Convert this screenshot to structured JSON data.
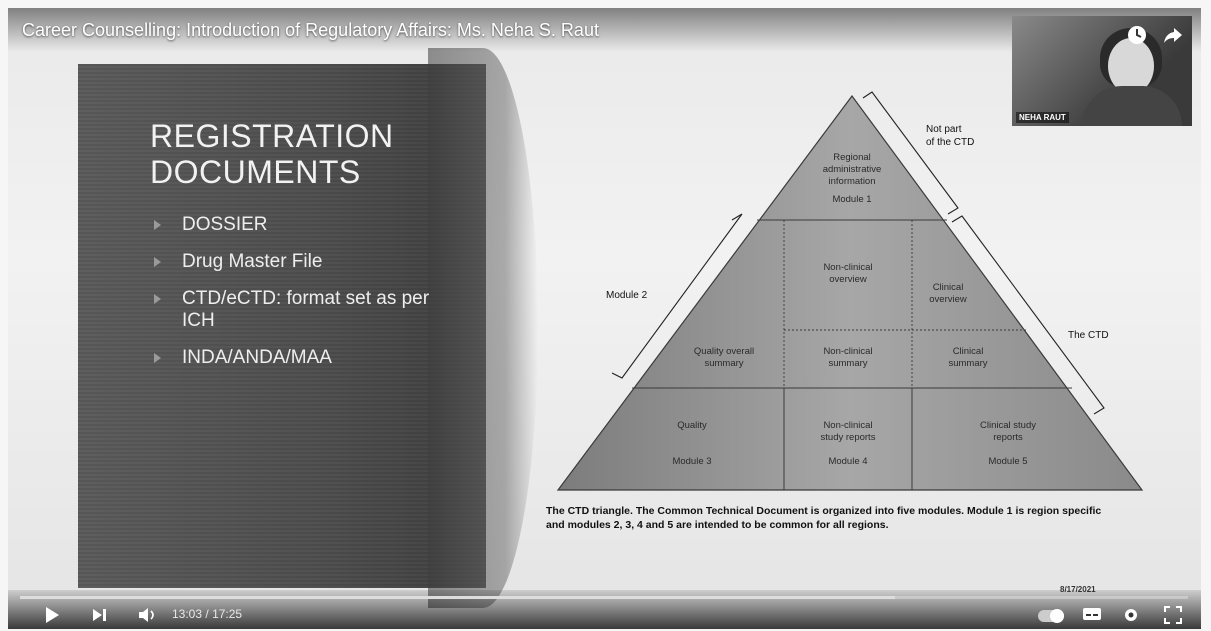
{
  "video": {
    "title": "Career Counselling: Introduction of Regulatory Affairs: Ms. Neha S. Raut",
    "current_time": "13:03",
    "separator": "/",
    "duration": "17:25",
    "progress": 0.749
  },
  "webcam": {
    "name": "NEHA RAUT"
  },
  "slide": {
    "title": "REGISTRATION DOCUMENTS",
    "bullets": [
      "DOSSIER",
      "Drug Master File",
      "CTD/eCTD: format set as per ICH",
      "INDA/ANDA/MAA"
    ],
    "diagram": {
      "top": [
        "Regional",
        "administrative",
        "information",
        "Module 1"
      ],
      "nc_overview": [
        "Non-clinical",
        "overview"
      ],
      "clin_overview": [
        "Clinical",
        "overview"
      ],
      "quality_summary": [
        "Quality overall",
        "summary"
      ],
      "nc_summary": [
        "Non-clinical",
        "summary"
      ],
      "clin_summary": [
        "Clinical",
        "summary"
      ],
      "quality": [
        "Quality",
        "Module 3"
      ],
      "nc_reports": [
        "Non-clinical",
        "study reports",
        "Module 4"
      ],
      "clin_reports": [
        "Clinical study",
        "reports",
        "Module 5"
      ],
      "label_not_part": [
        "Not part",
        "of the CTD"
      ],
      "label_module2": "Module 2",
      "label_ctd": "The CTD"
    },
    "caption": "The CTD triangle. The Common Technical Document is organized into five modules. Module 1 is region specific and modules 2, 3, 4 and 5 are intended to be common for all regions.",
    "date": "8/17/2021"
  },
  "icons": {
    "play": "play-icon",
    "next": "next-icon",
    "volume": "volume-icon",
    "watch_later": "clock-icon",
    "share": "share-icon",
    "subtitles": "subtitles-icon",
    "settings": "gear-icon",
    "fullscreen": "fullscreen-icon"
  }
}
